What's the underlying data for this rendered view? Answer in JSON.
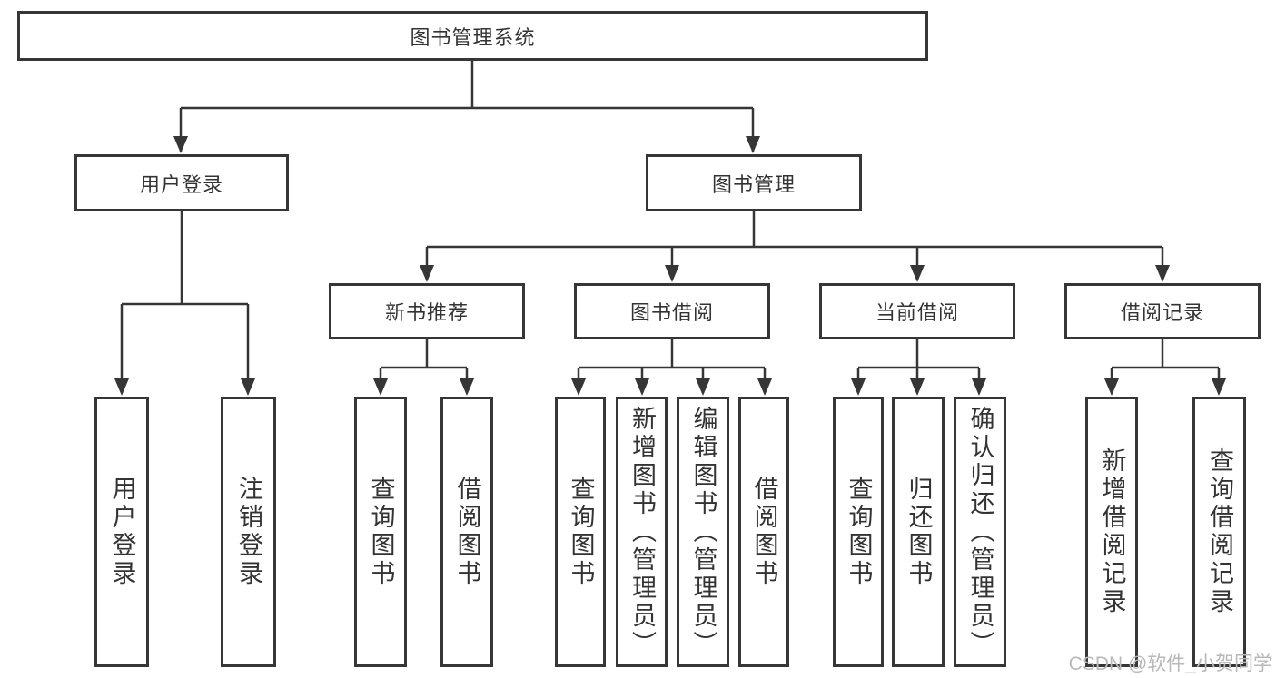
{
  "diagram": {
    "root": "图书管理系统",
    "branches": [
      {
        "label": "用户登录",
        "children": [
          "用户登录",
          "注销登录"
        ]
      },
      {
        "label": "图书管理",
        "groups": [
          {
            "label": "新书推荐",
            "children": [
              "查询图书",
              "借阅图书"
            ]
          },
          {
            "label": "图书借阅",
            "children": [
              "查询图书",
              "新增图书（管理员）",
              "编辑图书（管理员）",
              "借阅图书"
            ]
          },
          {
            "label": "当前借阅",
            "children": [
              "查询图书",
              "归还图书",
              "确认归还（管理员）"
            ]
          },
          {
            "label": "借阅记录",
            "children": [
              "新增借阅记录",
              "查询借阅记录"
            ]
          }
        ]
      }
    ]
  },
  "watermark": "CSDN @软件_小贺同学",
  "colors": {
    "line": "#363636",
    "box_border": "#363636",
    "text": "#333333",
    "background": "#ffffff",
    "watermark": "#b8b8b8"
  }
}
